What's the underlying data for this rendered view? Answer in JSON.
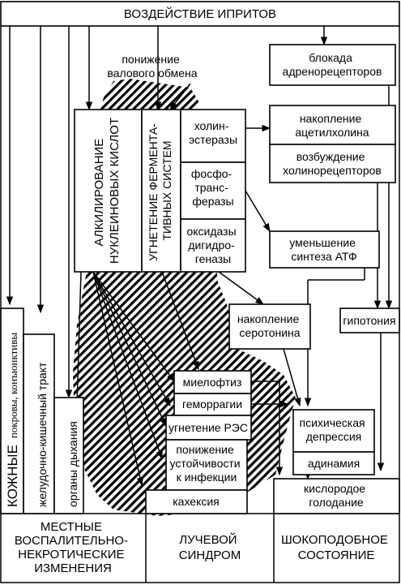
{
  "title": "ВОЗДЕЙСТВИЕ ИПРИТОВ",
  "nodes": {
    "metabolism": [
      "понижение",
      "валового обмена"
    ],
    "alkylation": [
      "АЛКИЛИРОВАНИЕ",
      "НУКЛЕИНОВЫХ КИСЛОТ"
    ],
    "enzyme_inhibition": [
      "УГНЕТЕНИЕ ФЕРМЕНТА-",
      "ТИВНЫХ СИСТЕМ"
    ],
    "cholinesterase": [
      "холин-",
      "эстеразы"
    ],
    "phosphotransferase": [
      "фосфо-",
      "транс-",
      "феразы"
    ],
    "oxidase": [
      "оксидазы",
      "дигидро-",
      "геназы"
    ],
    "adrenoreceptor_block": [
      "блокада",
      "адренорецепторов"
    ],
    "acetylcholine": [
      "накопление",
      "ацетилхолина"
    ],
    "cholinoreceptor": [
      "возбуждение",
      "холинорецепторов"
    ],
    "atp": [
      "уменьшение",
      "синтеза АТФ"
    ],
    "serotonin": [
      "накопление",
      "серотонина"
    ],
    "hypotonia": [
      "гипотония"
    ],
    "skin": [
      "КОЖНЫЕ",
      "покровы, конъюнктивы"
    ],
    "gi_tract": [
      "желудочно-кишечный тракт"
    ],
    "respiratory": [
      "органы дыхания"
    ],
    "myelophthisis": [
      "миелофтиз"
    ],
    "hemorrhage": [
      "геморрагии"
    ],
    "res_inhibition": [
      "угнетение РЭС"
    ],
    "infection": [
      "понижение",
      "устойчивости",
      "к инфекции"
    ],
    "cachexia": [
      "кахексия"
    ],
    "depression": [
      "психическая",
      "депрессия"
    ],
    "adynamia": [
      "адинамия"
    ],
    "hypoxia": [
      "кислородое",
      "голодание"
    ],
    "local": [
      "МЕСТНЫЕ",
      "ВОСПАЛИТЕЛЬНО-",
      "НЕКРОТИЧЕСКИЕ",
      "ИЗМЕНЕНИЯ"
    ],
    "radiation": [
      "ЛУЧЕВОЙ",
      "СИНДРОМ"
    ],
    "shock": [
      "ШОКОПОДОБНОЕ",
      "СОСТОЯНИЕ"
    ]
  }
}
